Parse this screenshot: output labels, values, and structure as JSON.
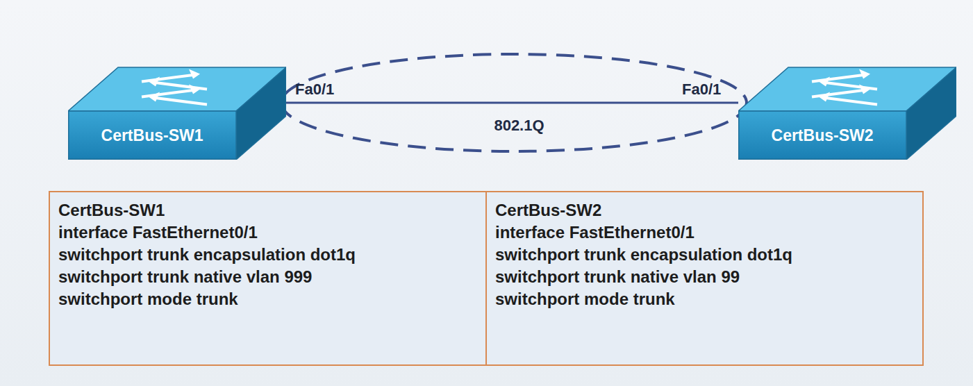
{
  "diagram": {
    "nodes": [
      {
        "text": [
          "CertBus-SW1"
        ]
      },
      {
        "text": [
          "CertBus-SW2"
        ]
      },
      {
        "text": [
          "CertBus-SW1",
          "interface FastEthernet0/1",
          "switchport trunk encapsulation dot1q",
          "switchport trunk native vlan 999",
          "switchport mode trunk"
        ]
      },
      {
        "text": [
          "CertBus-SW2",
          "interface FastEthernet0/1",
          "switchport trunk encapsulation dot1q",
          "switchport trunk native vlan 99",
          "switchport mode trunk"
        ]
      }
    ],
    "edges": [
      {
        "from": 0,
        "to": 1,
        "label": "802.1Q",
        "arrow": "none"
      }
    ],
    "labels": [
      "Fa0/1",
      "Fa0/1"
    ]
  }
}
